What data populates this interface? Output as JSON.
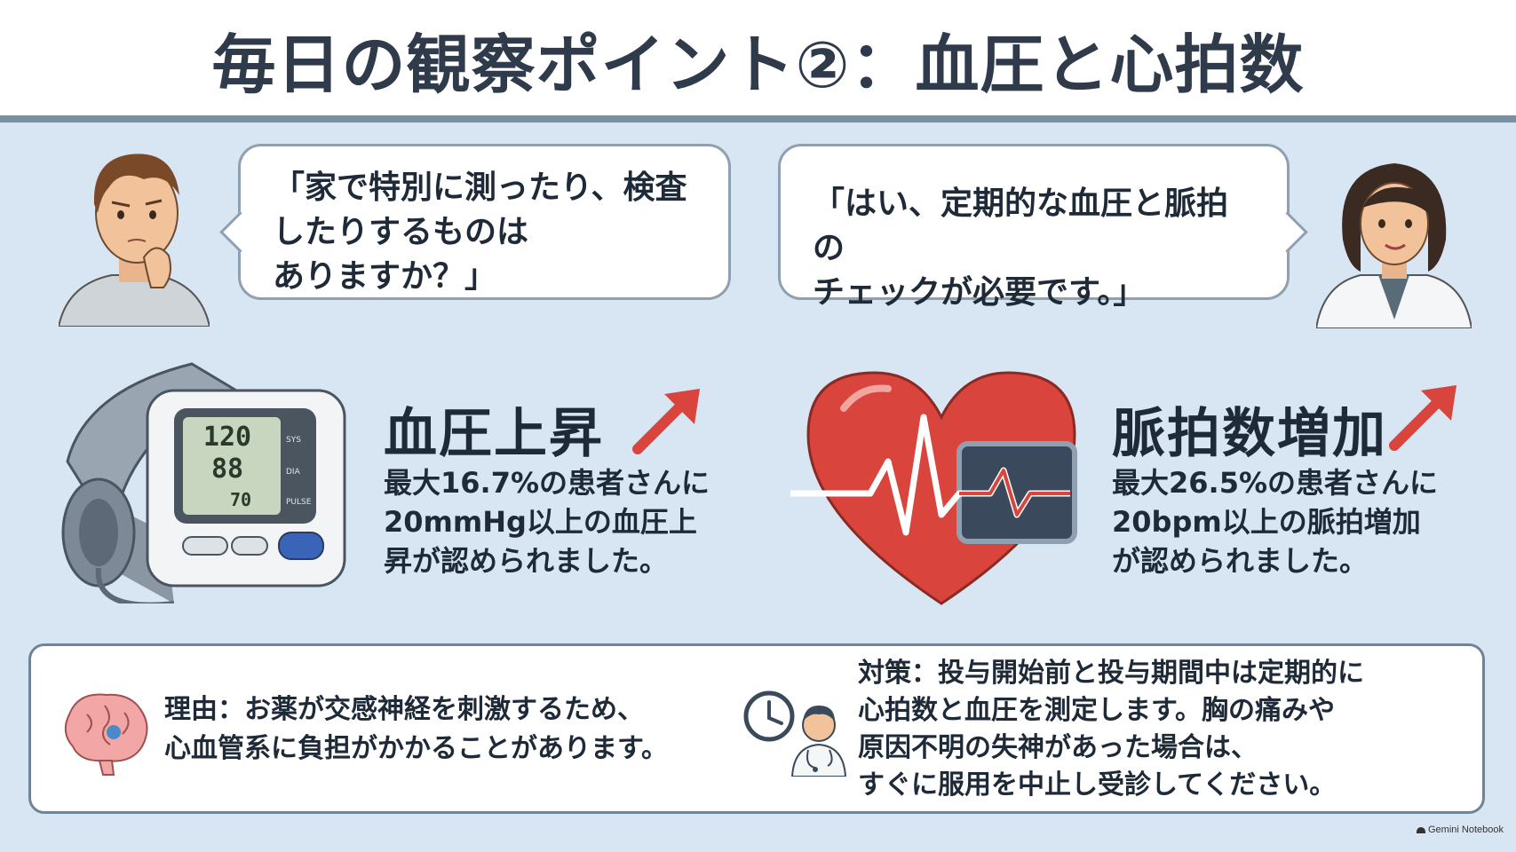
{
  "title": "毎日の観察ポイント②：血圧と心拍数",
  "dialogue": {
    "patient_question": [
      "「家で特別に測ったり、検査",
      "したりするものは",
      "ありますか？」"
    ],
    "doctor_answer": [
      "「はい、定期的な血圧と脈拍の",
      "チェックが必要です。」"
    ]
  },
  "blood_pressure": {
    "heading": "血圧上昇",
    "lines": [
      "最大16.7%の患者さんに",
      "20mmHg以上の血圧上",
      "昇が認められました。"
    ],
    "monitor_readings": [
      "120",
      "88",
      "70"
    ],
    "monitor_side_labels": [
      "SYS",
      "DIA",
      "PULSE"
    ]
  },
  "pulse": {
    "heading": "脈拍数増加",
    "lines": [
      "最大26.5%の患者さんに",
      "20bpm以上の脈拍増加",
      "が認められました。"
    ]
  },
  "reason": {
    "lines": [
      "理由：お薬が交感神経を刺激するため、",
      "心血管系に負担がかかることがあります。"
    ]
  },
  "measures": {
    "lines": [
      "対策：投与開始前と投与期間中は定期的に",
      "心拍数と血圧を測定します。胸の痛みや",
      "原因不明の失神があった場合は、",
      "すぐに服用を中止し受診してください。"
    ]
  },
  "watermark": "Gemini Notebook",
  "icons": {
    "up_arrow": "arrow-up-right-icon",
    "brain": "brain-icon",
    "clock": "clock-icon",
    "doctor": "doctor-icon",
    "heart": "heart-ecg-icon",
    "bp_monitor": "blood-pressure-monitor-icon"
  },
  "colors": {
    "accent_red": "#d9443c",
    "panel_bg": "#d8e6f3",
    "text": "#1f2a38"
  }
}
